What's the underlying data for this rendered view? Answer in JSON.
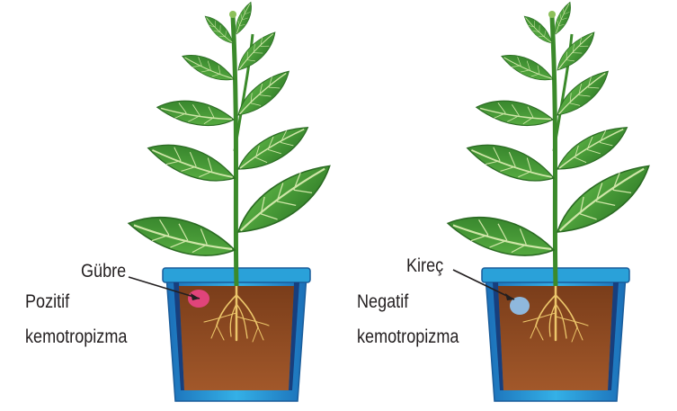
{
  "panels": [
    {
      "substance_label": "Gübre",
      "tropism_line1": "Pozitif",
      "tropism_line2": "kemotropizma",
      "blob_color": "#e0447a"
    },
    {
      "substance_label": "Kireç",
      "tropism_line1": "Negatif",
      "tropism_line2": "kemotropizma",
      "blob_color": "#8fb8dd"
    }
  ],
  "colors": {
    "pot_outer": "#2aa1d9",
    "pot_inner": "#1e5fae",
    "soil": "#8b4a22",
    "stem": "#3f8a2e",
    "leaf": "#3f9a37",
    "leaf_vein": "#cfe6a8",
    "root": "#e8c56a"
  }
}
